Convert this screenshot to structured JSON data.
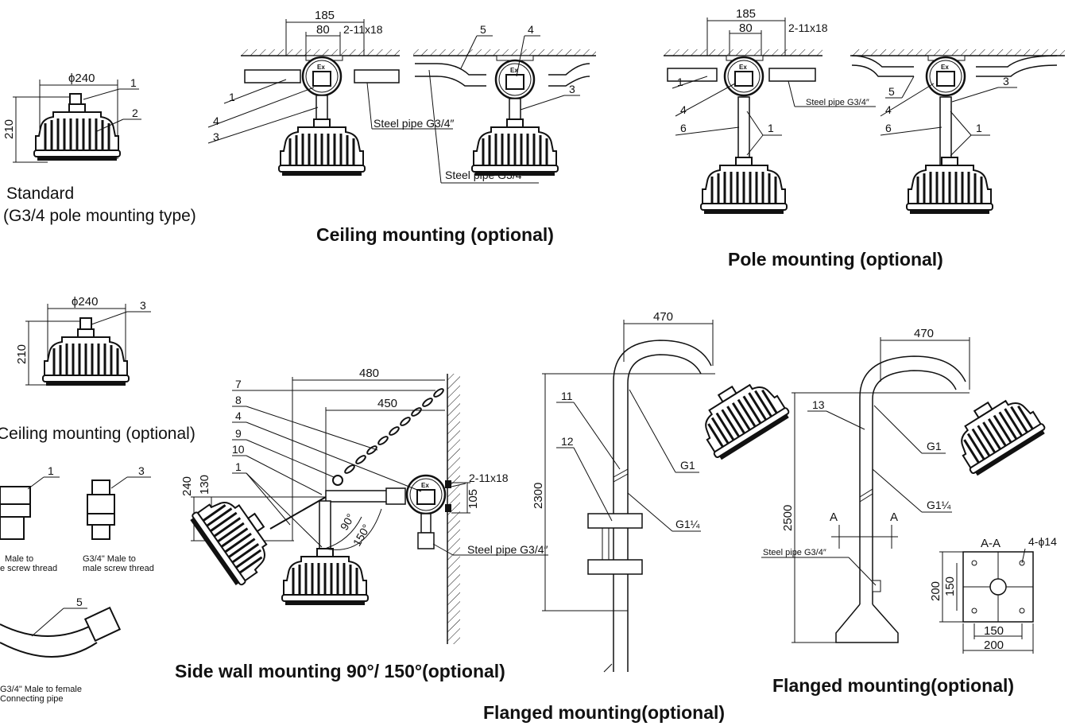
{
  "captions": {
    "standard": "Standard",
    "standard_sub": "(G3/4 pole mounting type)",
    "ceiling_main": "Ceiling mounting (optional)",
    "pole_main": "Pole mounting (optional)",
    "ceiling_small": "Ceiling mounting (optional)",
    "side_wall": "Side wall mounting 90°/ 150°(optional)",
    "flanged_right": "Flanged mounting(optional)",
    "flanged_bottom": "Flanged mounting(optional)"
  },
  "fittings": {
    "f1_line1": "Male to",
    "f1_line2": "e screw thread",
    "f3_line1": "G3/4\" Male to",
    "f3_line2": "male screw thread",
    "f5_line1": "G3/4\" Male to female",
    "f5_line2": "Connecting pipe"
  },
  "dims": {
    "phi240": "ϕ240",
    "d210": "210",
    "d185": "185",
    "d80": "80",
    "holes": "2-11x18",
    "d480": "480",
    "d450": "450",
    "d240": "240",
    "d130": "130",
    "d105": "105",
    "a90": "90°",
    "a150": "150°",
    "d470": "470",
    "d2300": "2300",
    "d2500": "2500",
    "d200": "200",
    "d150": "150",
    "holes4": "4-ϕ14",
    "section": "A-A",
    "sec_a": "A"
  },
  "pipe": {
    "steel": "Steel pipe G3/4″",
    "g1": "G1",
    "g114": "G1¼"
  },
  "labels": [
    "1",
    "2",
    "3",
    "4",
    "5",
    "6",
    "7",
    "8",
    "9",
    "10",
    "11",
    "12",
    "13"
  ],
  "ex_mark": "Ex"
}
